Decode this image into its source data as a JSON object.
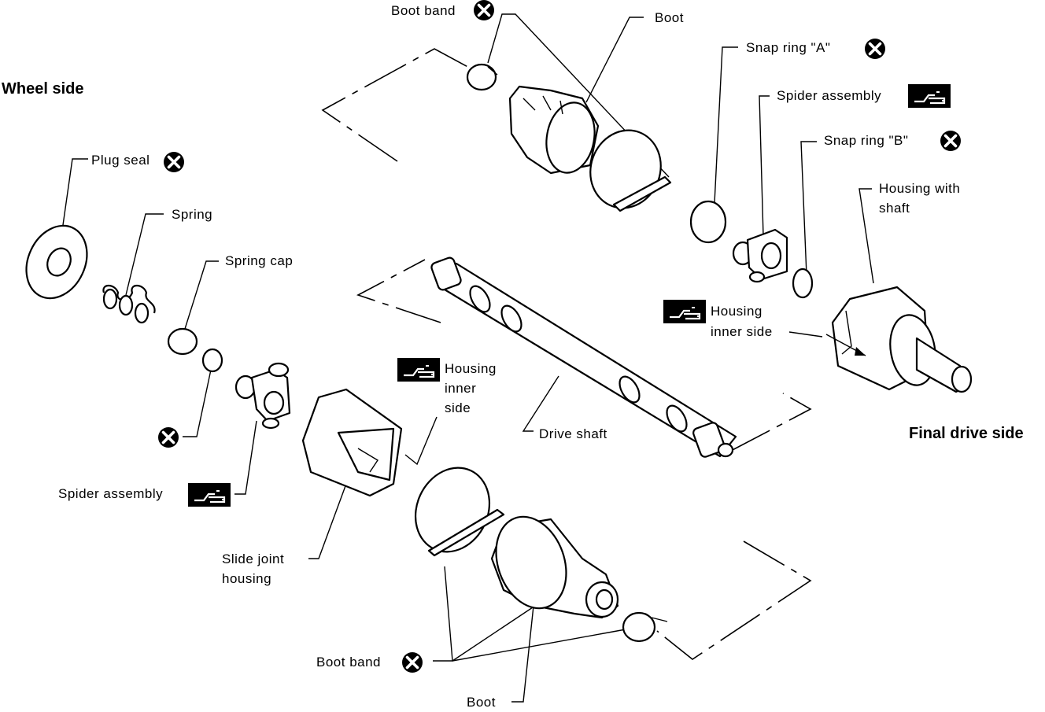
{
  "sides": {
    "wheel": "Wheel side",
    "final_drive": "Final drive side"
  },
  "labels": {
    "boot_band_top": "Boot band",
    "boot_top": "Boot",
    "snap_ring_a": "Snap ring \"A\"",
    "spider_assembly_right": "Spider assembly",
    "snap_ring_b": "Snap ring \"B\"",
    "housing_with_shaft_1": "Housing with",
    "housing_with_shaft_2": "shaft",
    "plug_seal": "Plug seal",
    "spring": "Spring",
    "spring_cap": "Spring cap",
    "housing_inner_side_right_1": "Housing",
    "housing_inner_side_right_2": "inner side",
    "housing_inner_side_mid_1": "Housing",
    "housing_inner_side_mid_2": "inner",
    "housing_inner_side_mid_3": "side",
    "drive_shaft": "Drive shaft",
    "spider_assembly_left": "Spider assembly",
    "slide_joint_housing_1": "Slide joint",
    "slide_joint_housing_2": "housing",
    "boot_band_bottom": "Boot band",
    "boot_bottom": "Boot"
  },
  "symbols": {
    "replace": "circle-x-icon (replace part)",
    "grease": "grease-gun-icon (apply grease)"
  }
}
